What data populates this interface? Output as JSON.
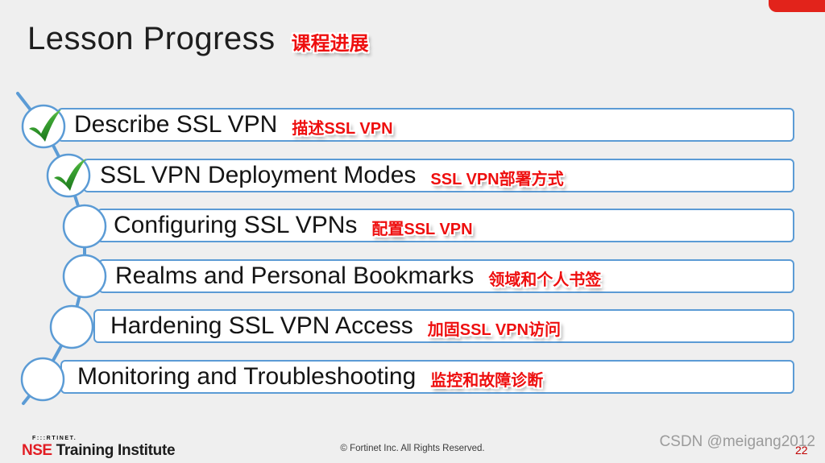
{
  "slide": {
    "title": "Lesson Progress",
    "title_zh": "课程进展",
    "page_number": "22",
    "watermark": "CSDN @meigang2012",
    "footer": {
      "logo_top": "F:::RTINET.",
      "logo_nse": "NSE",
      "logo_rest": "Training Institute",
      "copyright": "© Fortinet Inc. All Rights Reserved."
    }
  },
  "items": [
    {
      "en": "Describe SSL VPN",
      "zh": "描述SSL VPN",
      "done": true
    },
    {
      "en": "SSL VPN Deployment Modes",
      "zh": "SSL VPN部署方式",
      "done": true
    },
    {
      "en": "Configuring SSL VPNs",
      "zh": "配置SSL VPN",
      "done": false
    },
    {
      "en": "Realms and Personal Bookmarks",
      "zh": "领域和个人书签",
      "done": false
    },
    {
      "en": "Hardening SSL VPN Access",
      "zh": "加固SSL VPN访问",
      "done": false
    },
    {
      "en": "Monitoring and Troubleshooting",
      "zh": "监控和故障诊断",
      "done": false
    }
  ],
  "colors": {
    "accent_blue": "#5b9bd5",
    "banner_red": "#e2231b",
    "annotation_red": "#ee0f0f",
    "check_green": "#2f9e1f",
    "nse_red": "#e21d24",
    "page_number_red": "#c00000"
  }
}
